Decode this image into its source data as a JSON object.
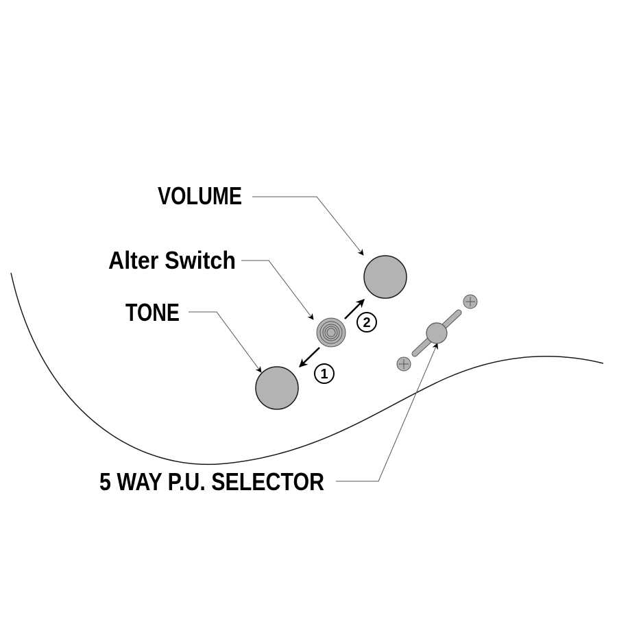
{
  "labels": {
    "volume": "VOLUME",
    "alter_switch": "Alter Switch",
    "tone": "TONE",
    "selector": "5 WAY P.U. SELECTOR"
  },
  "markers": {
    "one": "1",
    "two": "2"
  },
  "colors": {
    "knob_fill": "#b3b3b3",
    "stroke": "#1a1a1a",
    "leader": "#555555"
  }
}
